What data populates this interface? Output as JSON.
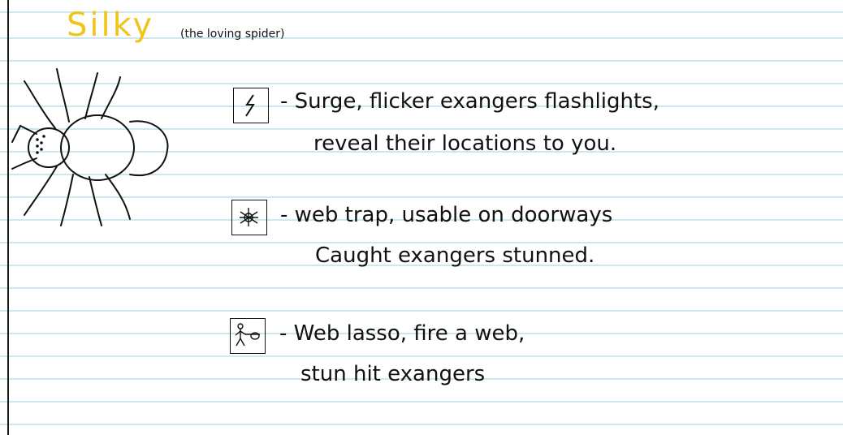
{
  "title": "Silky",
  "subtitle": "(the loving spider)",
  "abilities": [
    {
      "icon": "lightning-icon",
      "line1": "- Surge, flicker exangers flashlights,",
      "line2": "reveal their locations to you."
    },
    {
      "icon": "web-trap-icon",
      "line1": "- web trap, usable on doorways",
      "line2": "Caught exangers stunned."
    },
    {
      "icon": "web-lasso-icon",
      "line1": "- Web lasso, fire a web,",
      "line2": "stun hit exangers"
    }
  ],
  "colors": {
    "title": "#f0c419",
    "ruling": "#cfe6ee",
    "ink": "#111111"
  }
}
